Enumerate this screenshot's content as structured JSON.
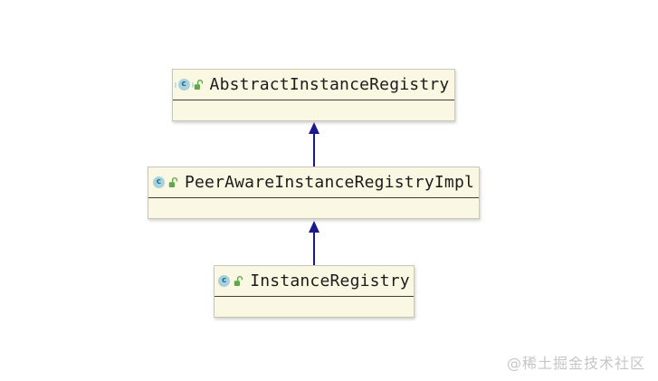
{
  "diagram": {
    "kind": "uml-class-diagram",
    "colors": {
      "background": "#FFFFFF",
      "node_fill": "#FAF7E2",
      "node_border": "#C9C7BC",
      "title_separator": "#3F3F37",
      "class_name_text": "#1C1C1C",
      "inheritance_arrow": "#1A1A8C",
      "class_icon_fill": "#A8D1DE",
      "class_icon_letter": "#256E8C",
      "lock_icon_green": "#5FA74B",
      "watermark_text": "#C6C6C6"
    },
    "nodes": [
      {
        "name": "AbstractInstanceRegistry",
        "stereotype": "abstract-class",
        "icon_letter": "c"
      },
      {
        "name": "PeerAwareInstanceRegistryImpl",
        "stereotype": "class",
        "icon_letter": "c"
      },
      {
        "name": "InstanceRegistry",
        "stereotype": "class",
        "icon_letter": "c"
      }
    ],
    "edges": [
      {
        "from": "PeerAwareInstanceRegistryImpl",
        "to": "AbstractInstanceRegistry",
        "relation": "extends"
      },
      {
        "from": "InstanceRegistry",
        "to": "PeerAwareInstanceRegistryImpl",
        "relation": "extends"
      }
    ]
  },
  "watermark": {
    "text": "@稀土掘金技术社区"
  }
}
